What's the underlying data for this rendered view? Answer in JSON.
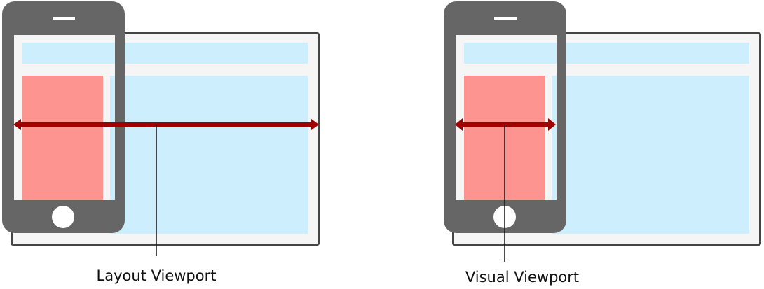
{
  "colors": {
    "phone": "#666666",
    "frame": "#444444",
    "page_bg": "#f5f5f5",
    "blue": "#cdeefc",
    "red": "#fd9490",
    "arrow": "#a00000"
  },
  "diagrams": [
    {
      "label": "Layout Viewport",
      "arrow_span": "layout"
    },
    {
      "label": "Visual Viewport",
      "arrow_span": "visual"
    }
  ]
}
